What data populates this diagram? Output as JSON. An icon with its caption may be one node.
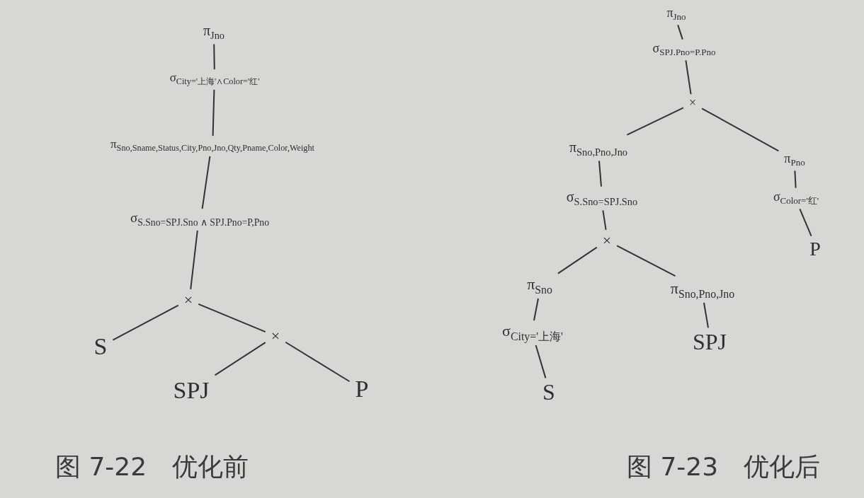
{
  "diagram": {
    "nodes": [
      {
        "text": [
          "π$_{Jno}$"
        ]
      },
      {
        "text": [
          "σ$_{City='上海'∧Color='红'}$"
        ]
      },
      {
        "text": [
          "π$_{Sno,Sname,Status,City,Pno,Jno,Qty,Pname,Color,Weight}$"
        ]
      },
      {
        "text": [
          "σ$_{S.Sno=SPJ.Sno ∧ SPJ.Pno=P,Pno}$"
        ]
      },
      {
        "text": [
          "×"
        ]
      },
      {
        "text": [
          "S"
        ]
      },
      {
        "text": [
          "×"
        ]
      },
      {
        "text": [
          "SPJ"
        ]
      },
      {
        "text": [
          "P"
        ]
      },
      {
        "text": [
          "π$_{Jno}$"
        ]
      },
      {
        "text": [
          "σ$_{SPJ.Pno=P.Pno}$"
        ]
      },
      {
        "text": [
          "×"
        ]
      },
      {
        "text": [
          "π$_{Sno,Pno,Jno}$"
        ]
      },
      {
        "text": [
          "π$_{Pno}$"
        ]
      },
      {
        "text": [
          "σ$_{S.Sno=SPJ.Sno}$"
        ]
      },
      {
        "text": [
          "σ$_{Color='红'}$"
        ]
      },
      {
        "text": [
          "×"
        ]
      },
      {
        "text": [
          "P"
        ]
      },
      {
        "text": [
          "π$_{Sno}$"
        ]
      },
      {
        "text": [
          "π$_{Sno,Pno,Jno}$"
        ]
      },
      {
        "text": [
          "σ$_{City='上海'}$"
        ]
      },
      {
        "text": [
          "SPJ"
        ]
      },
      {
        "text": [
          "S"
        ]
      }
    ],
    "edges": [
      {
        "from": 0,
        "to": 1,
        "arrow": "none"
      },
      {
        "from": 1,
        "to": 2,
        "arrow": "none"
      },
      {
        "from": 2,
        "to": 3,
        "arrow": "none"
      },
      {
        "from": 3,
        "to": 4,
        "arrow": "none"
      },
      {
        "from": 4,
        "to": 5,
        "arrow": "none"
      },
      {
        "from": 4,
        "to": 6,
        "arrow": "none"
      },
      {
        "from": 6,
        "to": 7,
        "arrow": "none"
      },
      {
        "from": 6,
        "to": 8,
        "arrow": "none"
      },
      {
        "from": 9,
        "to": 10,
        "arrow": "none"
      },
      {
        "from": 10,
        "to": 11,
        "arrow": "none"
      },
      {
        "from": 11,
        "to": 12,
        "arrow": "none"
      },
      {
        "from": 11,
        "to": 13,
        "arrow": "none"
      },
      {
        "from": 12,
        "to": 14,
        "arrow": "none"
      },
      {
        "from": 13,
        "to": 15,
        "arrow": "none"
      },
      {
        "from": 14,
        "to": 16,
        "arrow": "none"
      },
      {
        "from": 15,
        "to": 17,
        "arrow": "none"
      },
      {
        "from": 16,
        "to": 18,
        "arrow": "none"
      },
      {
        "from": 16,
        "to": 19,
        "arrow": "none"
      },
      {
        "from": 18,
        "to": 20,
        "arrow": "none"
      },
      {
        "from": 19,
        "to": 21,
        "arrow": "none"
      },
      {
        "from": 20,
        "to": 22,
        "arrow": "none"
      }
    ],
    "labels": [
      "图 7-22　优化前",
      "图 7-23　优化后"
    ]
  }
}
